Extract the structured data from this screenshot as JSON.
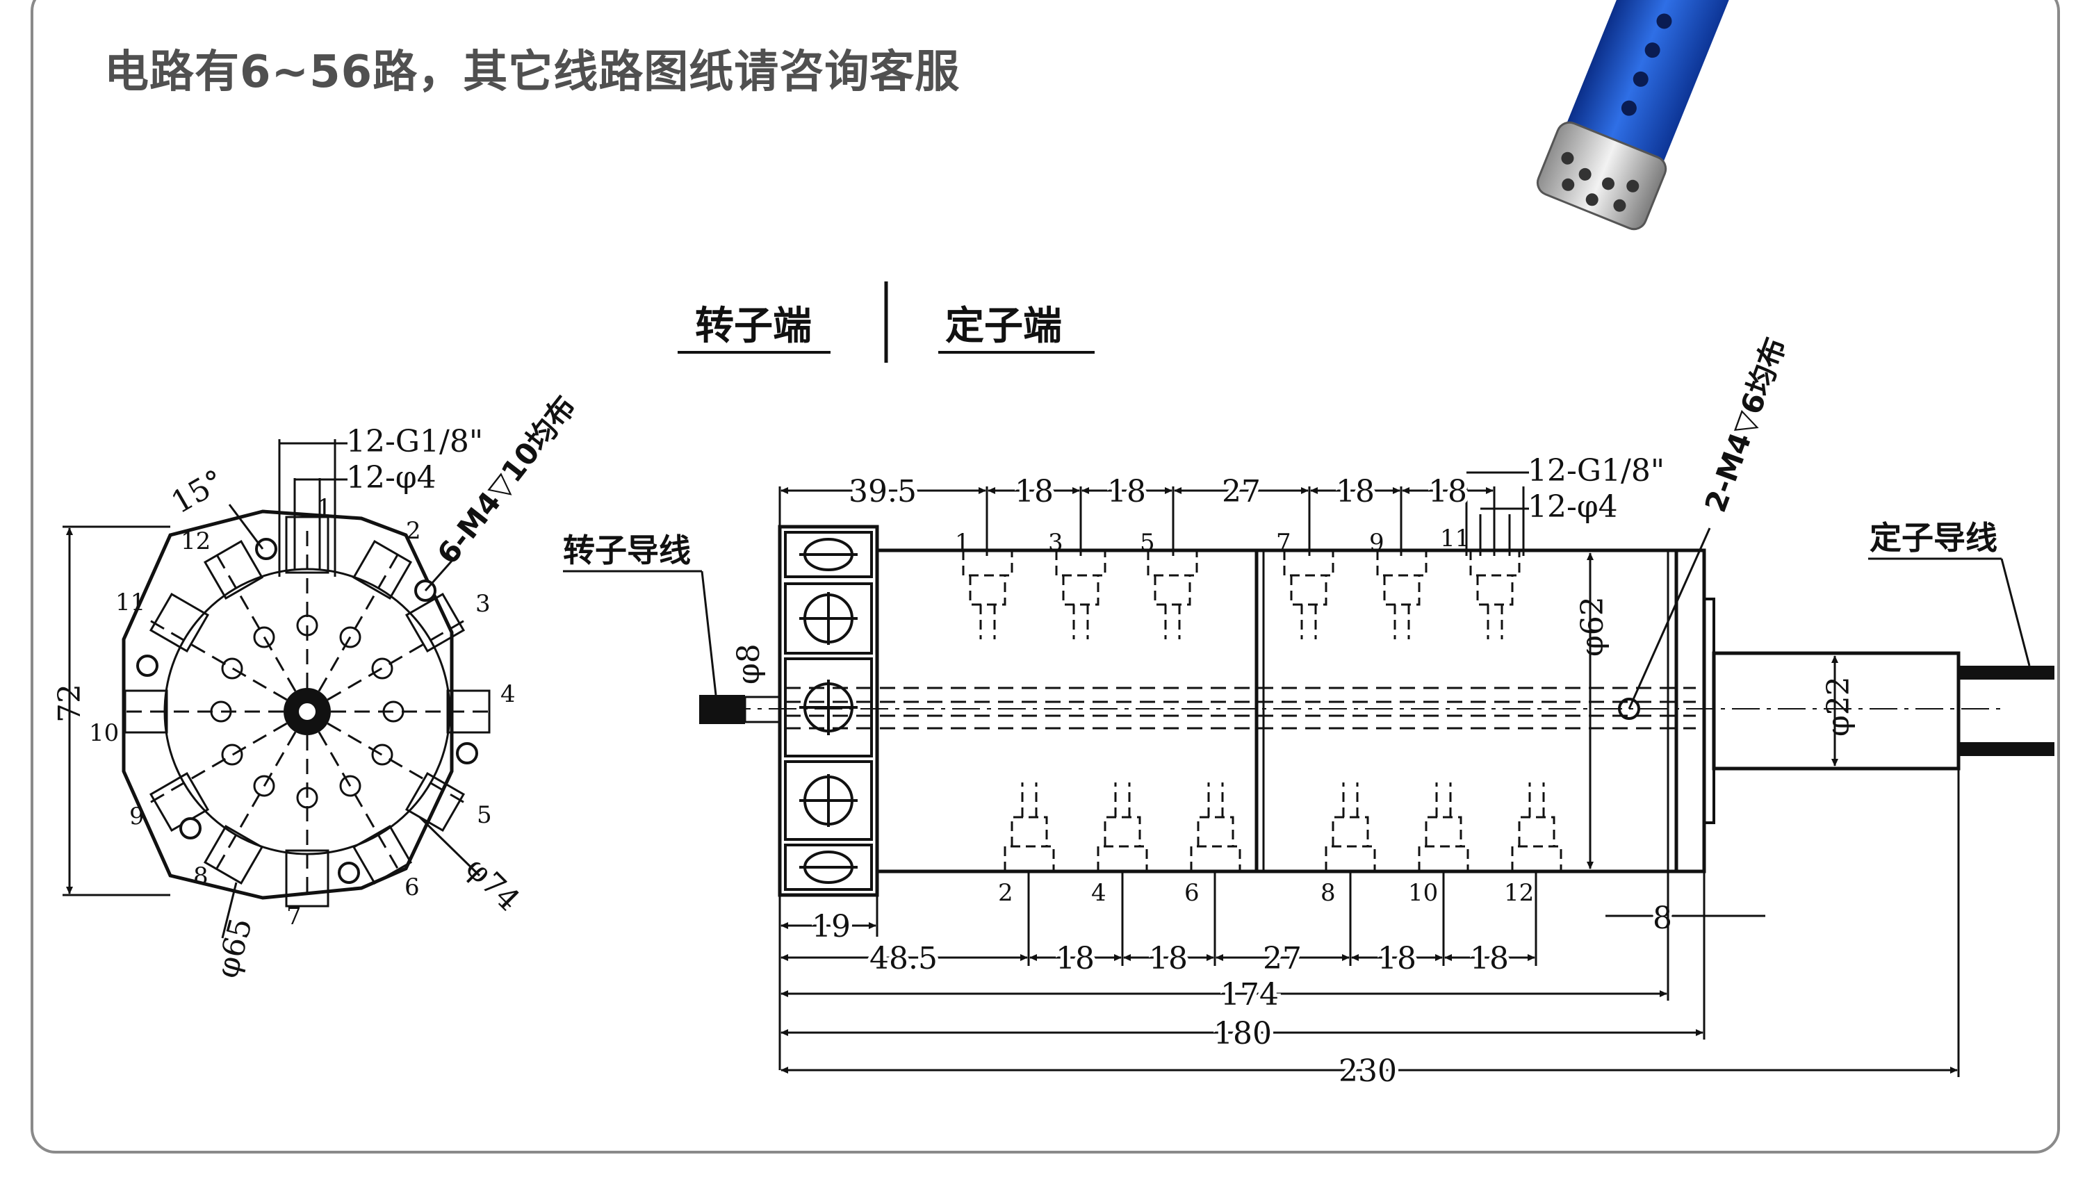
{
  "headline": "电路有6~56路，其它线路图纸请咨询客服",
  "drawing": {
    "rotor_end_label": "转子端",
    "stator_end_label": "定子端",
    "rotor_lead_label": "转子导线",
    "stator_lead_label": "定子导线",
    "front_view": {
      "port_thread": "12-G1/8\"",
      "port_bore": "12-φ4",
      "angle": "15°",
      "mount_holes": "6-M4▽10均布",
      "height": "72",
      "dia_outer": "φ74",
      "dia_pcd": "φ65",
      "port_numbers": [
        "1",
        "2",
        "3",
        "4",
        "5",
        "6",
        "7",
        "8",
        "9",
        "10",
        "11",
        "12"
      ]
    },
    "side_view": {
      "port_thread": "12-G1/8\"",
      "port_bore": "12-φ4",
      "stator_holes": "2-M4▽6均布",
      "dia_shaft": "φ8",
      "dia_body": "φ62",
      "dia_stator": "φ22",
      "top_dims": [
        "39.5",
        "18",
        "18",
        "27",
        "18",
        "18"
      ],
      "bottom_dims": [
        "48.5",
        "18",
        "18",
        "27",
        "18",
        "18"
      ],
      "flange_width": "19",
      "end_gap": "8",
      "len_174": "174",
      "len_180": "180",
      "len_230": "230",
      "top_port_numbers": [
        "1",
        "3",
        "5",
        "7",
        "9",
        "11"
      ],
      "bottom_port_numbers": [
        "2",
        "4",
        "6",
        "8",
        "10",
        "12"
      ]
    }
  },
  "colors": {
    "frame": "#8a8a8a",
    "headline": "#505050",
    "ink": "#111111",
    "product_blue": "#1e56c8"
  }
}
